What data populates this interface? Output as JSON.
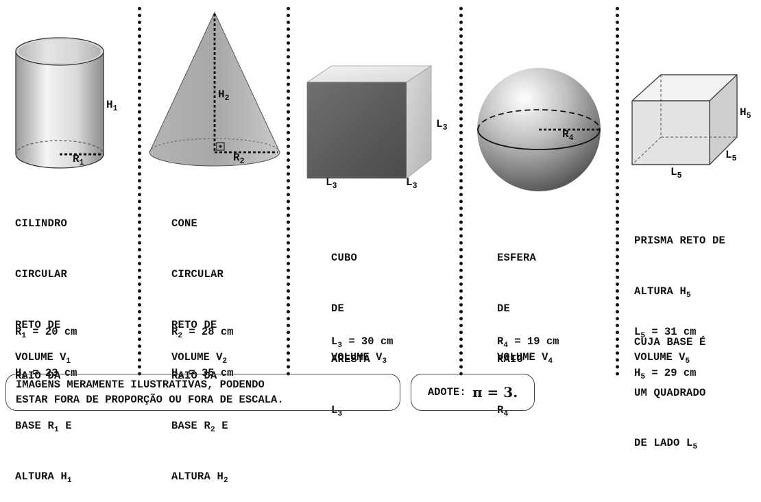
{
  "shapes": [
    {
      "id": "cylinder",
      "desc_lines": [
        "CILINDRO",
        "CIRCULAR",
        "RETO DE",
        "RAIO DA",
        [
          "BASE R",
          "1",
          " E"
        ],
        [
          "ALTURA H",
          "1",
          ""
        ]
      ],
      "values": [
        [
          "R",
          "1",
          " = 20 cm"
        ],
        [
          "H",
          "1",
          " = 23 cm"
        ]
      ],
      "volume": [
        "VOLUME V",
        "1"
      ],
      "labels": {
        "height": [
          "H",
          "1"
        ],
        "radius": [
          "R",
          "1"
        ]
      }
    },
    {
      "id": "cone",
      "desc_lines": [
        "CONE",
        "CIRCULAR",
        "RETO DE",
        "RAIO DA",
        [
          "BASE R",
          "2",
          " E"
        ],
        [
          "ALTURA H",
          "2",
          ""
        ]
      ],
      "values": [
        [
          "R",
          "2",
          " = 28 cm"
        ],
        [
          "H",
          "2",
          " = 35 cm"
        ]
      ],
      "volume": [
        "VOLUME V",
        "2"
      ],
      "labels": {
        "height": [
          "H",
          "2"
        ],
        "radius": [
          "R",
          "2"
        ]
      }
    },
    {
      "id": "cube",
      "desc_lines": [
        "CUBO",
        "DE",
        "ARESTA",
        [
          "L",
          "3",
          ""
        ]
      ],
      "values": [
        [
          "L",
          "3",
          " = 30 cm"
        ]
      ],
      "volume": [
        "VOLUME V",
        "3"
      ],
      "labels": {
        "edge_right": [
          "L",
          "3"
        ],
        "edge_left": [
          "L",
          "3"
        ],
        "edge_bottom": [
          "L",
          "3"
        ]
      }
    },
    {
      "id": "sphere",
      "desc_lines": [
        "ESFERA",
        "DE",
        "RAIO",
        [
          "R",
          "4",
          ""
        ]
      ],
      "values": [
        [
          "R",
          "4",
          " = 19 cm"
        ]
      ],
      "volume": [
        "VOLUME V",
        "4"
      ],
      "labels": {
        "radius": [
          "R",
          "4"
        ]
      }
    },
    {
      "id": "prism",
      "desc_lines": [
        "PRISMA RETO DE",
        [
          "ALTURA H",
          "5",
          ""
        ],
        "CUJA BASE É",
        "UM QUADRADO",
        [
          "DE LADO L",
          "5",
          ""
        ]
      ],
      "values": [
        [
          "L",
          "5",
          " = 31 cm"
        ],
        [
          "H",
          "5",
          " = 29 cm"
        ]
      ],
      "volume": [
        "VOLUME V",
        "5"
      ],
      "labels": {
        "height": [
          "H",
          "5"
        ],
        "side_right": [
          "L",
          "5"
        ],
        "side_bottom": [
          "L",
          "5"
        ]
      }
    }
  ],
  "footnote": {
    "line1": "IMAGENS MERAMENTE ILUSTRATIVAS, PODENDO",
    "line2": "ESTAR FORA DE PROPORÇÃO OU FORA DE ESCALA."
  },
  "adopt": {
    "text": "ADOTE: ",
    "value": "π = 3."
  }
}
